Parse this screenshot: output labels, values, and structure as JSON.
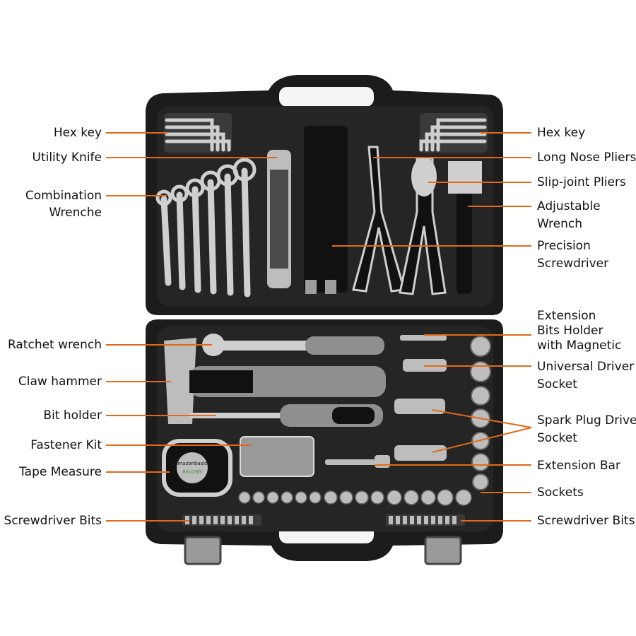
{
  "colors": {
    "leader_line": "#e06a1a",
    "case": "#1c1c1c",
    "tray": "#2a2a2a",
    "metal": "#c9c9c9",
    "grip": "#8f8f8f",
    "handle": "#111111"
  },
  "labels_left": [
    {
      "id": "hex-key-left",
      "lines": [
        "Hex key"
      ]
    },
    {
      "id": "utility-knife",
      "lines": [
        "Utility Knife"
      ]
    },
    {
      "id": "combination-wrench",
      "lines": [
        "Combination",
        "Wrenche"
      ]
    },
    {
      "id": "ratchet-wrench",
      "lines": [
        "Ratchet wrench"
      ]
    },
    {
      "id": "claw-hammer",
      "lines": [
        "Claw hammer"
      ]
    },
    {
      "id": "bit-holder",
      "lines": [
        "Bit holder"
      ]
    },
    {
      "id": "fastener-kit",
      "lines": [
        "Fastener Kit"
      ]
    },
    {
      "id": "tape-measure",
      "lines": [
        "Tape Measure"
      ]
    },
    {
      "id": "screwdriver-bits-left",
      "lines": [
        "Screwdriver Bits"
      ]
    }
  ],
  "labels_right": [
    {
      "id": "hex-key-right",
      "lines": [
        "Hex key"
      ]
    },
    {
      "id": "long-nose-pliers",
      "lines": [
        "Long Nose Pliers"
      ]
    },
    {
      "id": "slip-joint-pliers",
      "lines": [
        "Slip-joint Pliers"
      ]
    },
    {
      "id": "adjustable-wrench",
      "lines": [
        "Adjustable",
        "Wrench"
      ]
    },
    {
      "id": "precision-screwdriver",
      "lines": [
        "Precision",
        "Screwdriver"
      ]
    },
    {
      "id": "extension-bits-holder",
      "lines": [
        "Extension",
        "Bits Holder",
        "with Magnetic"
      ]
    },
    {
      "id": "universal-driver-socket",
      "lines": [
        "Universal Driver",
        "Socket"
      ]
    },
    {
      "id": "spark-plug-driver-socket",
      "lines": [
        "Spark Plug Driver",
        "Socket"
      ]
    },
    {
      "id": "extension-bar",
      "lines": [
        "Extension Bar"
      ]
    },
    {
      "id": "sockets",
      "lines": [
        "Sockets"
      ]
    },
    {
      "id": "screwdriver-bits-right",
      "lines": [
        "Screwdriver Bits"
      ]
    }
  ],
  "brand": {
    "tape_logo": "amazonbasics",
    "tape_size": "8m/26ft"
  }
}
